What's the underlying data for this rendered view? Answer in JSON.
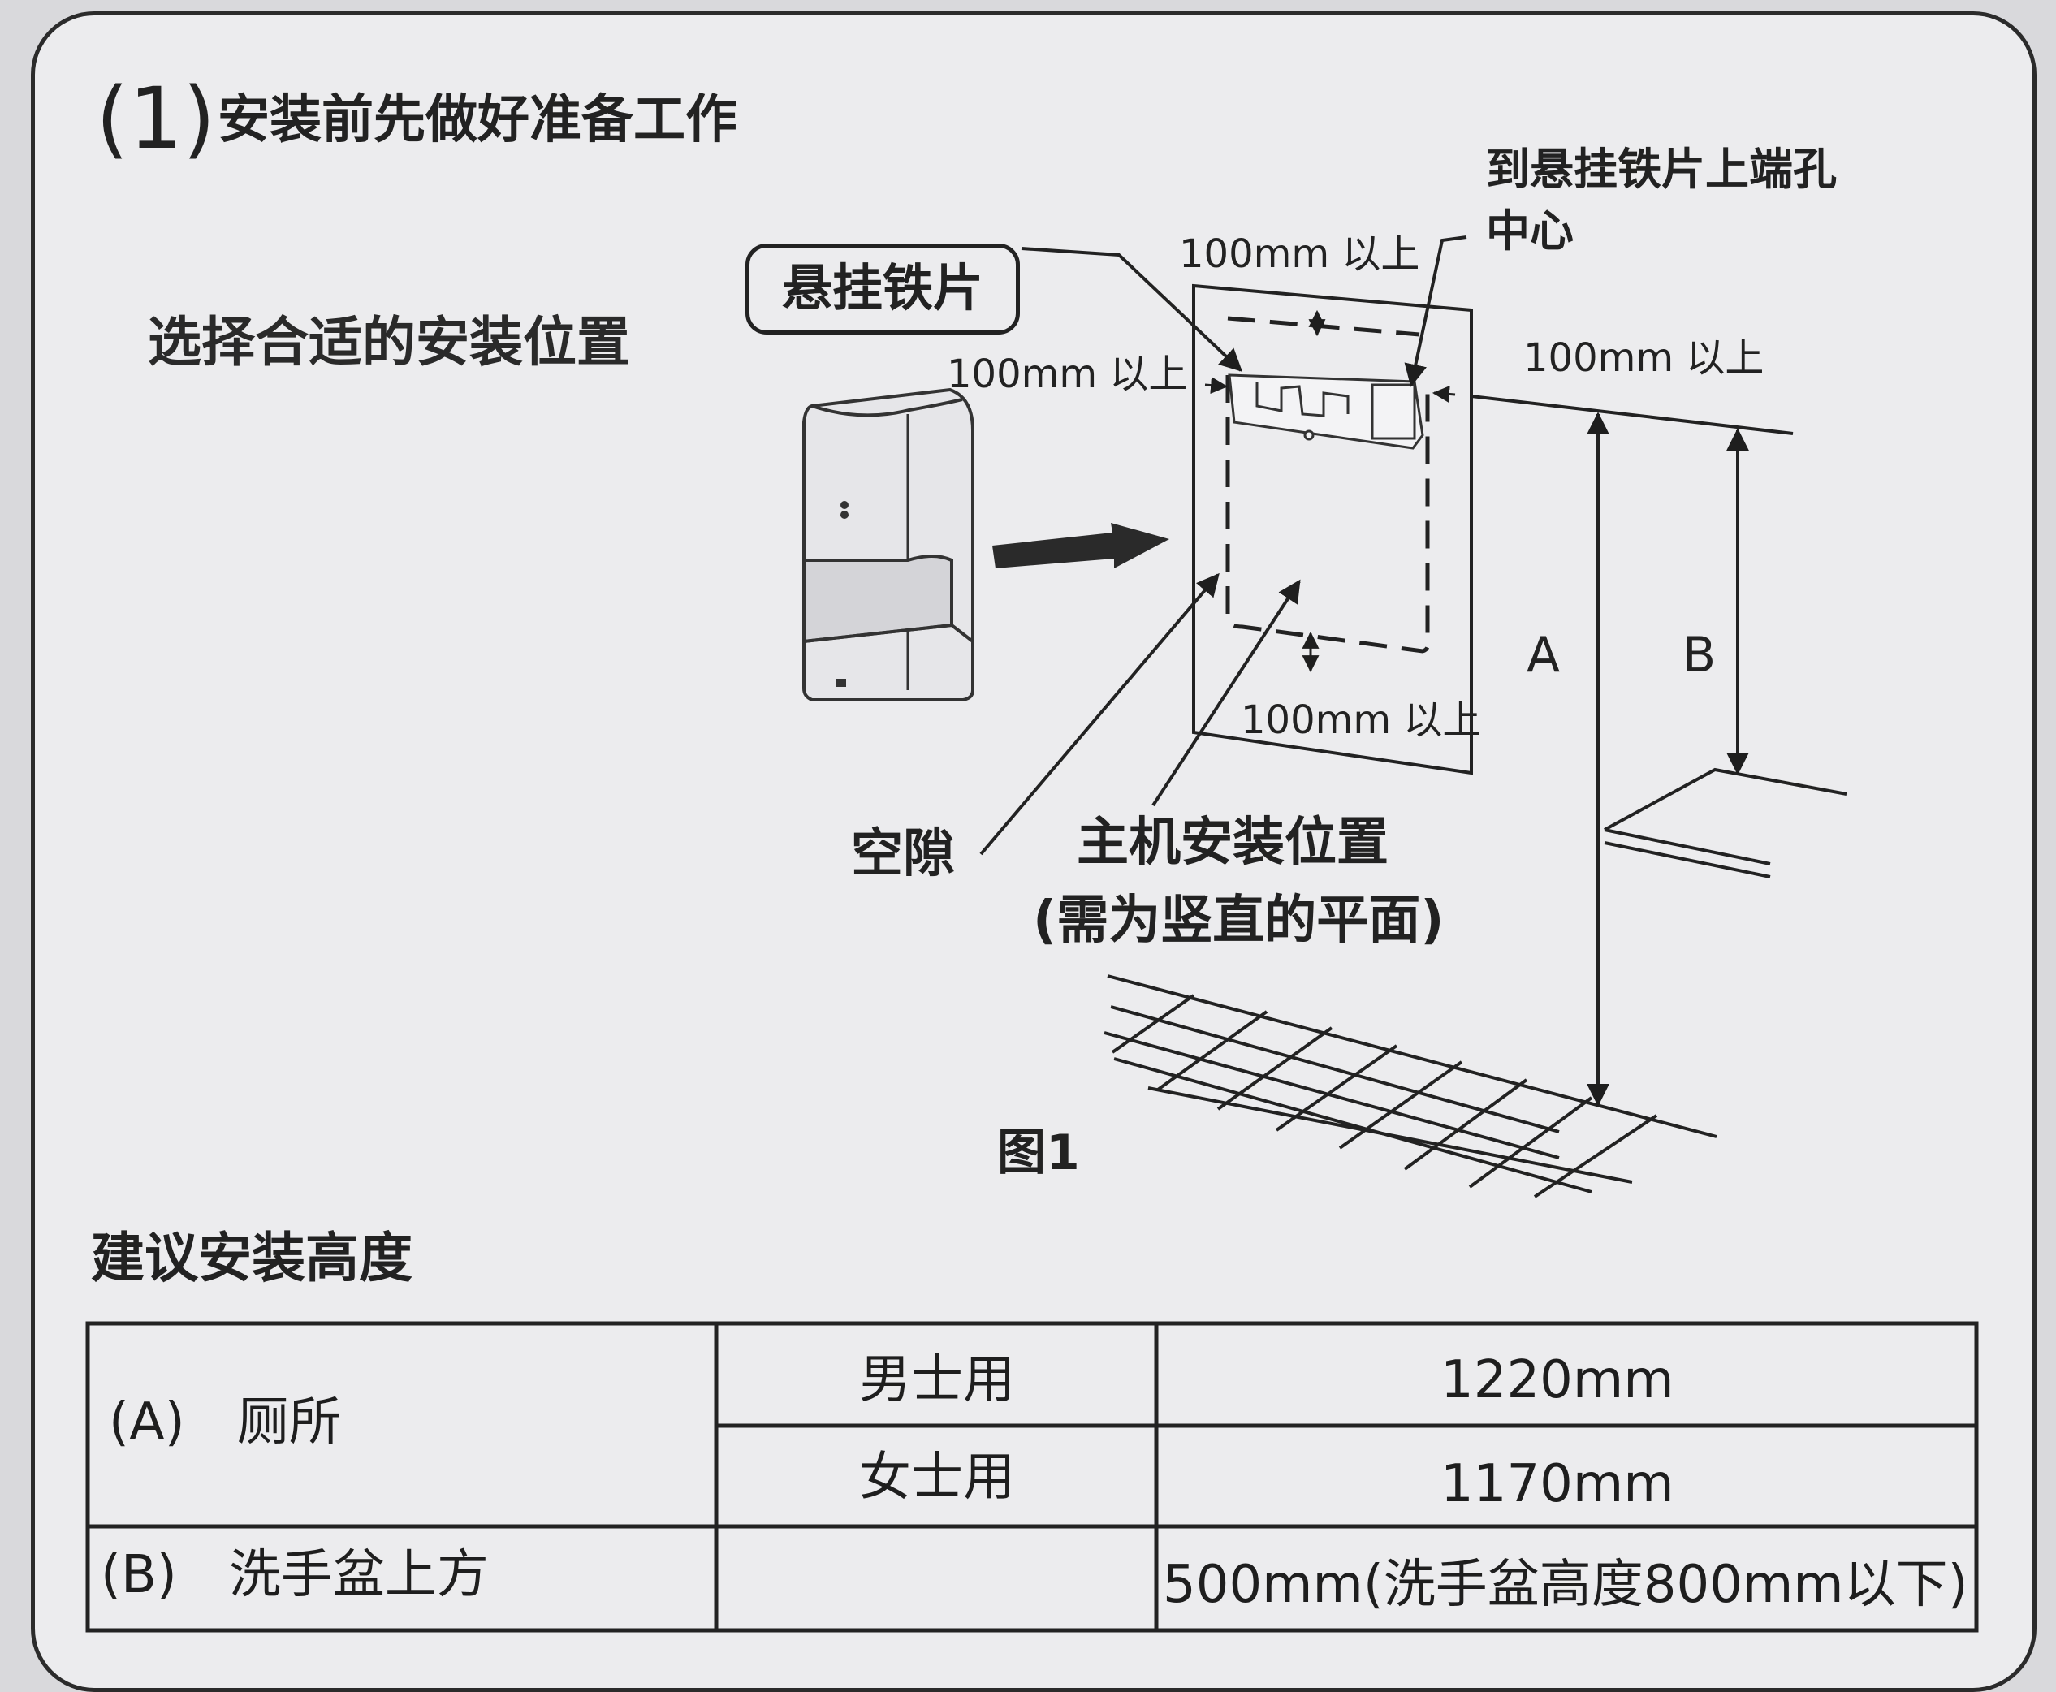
{
  "section": {
    "number": "(1)",
    "title": "安装前先做好准备工作",
    "subtitle": "选择合适的安装位置"
  },
  "figure": {
    "caption": "图1",
    "callout_plate": "悬挂铁片",
    "top_hole_note": "到悬挂铁片上端孔中心",
    "top_hole_note_line1": "到悬挂铁片上端孔",
    "top_hole_note_line2": "中心",
    "clearance_top": "100mm 以上",
    "clearance_left": "100mm 以上",
    "clearance_right": "100mm 以上",
    "clearance_bottom": "100mm 以上",
    "gap_label": "空隙",
    "install_area_label": "主机安装位置",
    "install_area_note": "(需为竖直的平面)",
    "height_a": "A",
    "height_b": "B"
  },
  "table": {
    "title": "建议安装高度",
    "rows": [
      {
        "label": "(A)　厕所",
        "sub": "男士用",
        "value": "1220mm"
      },
      {
        "label": "",
        "sub": "女士用",
        "value": "1170mm"
      },
      {
        "label": "(B)　洗手盆上方",
        "sub": "",
        "value": "500mm(洗手盆高度800mm以下)"
      }
    ]
  }
}
